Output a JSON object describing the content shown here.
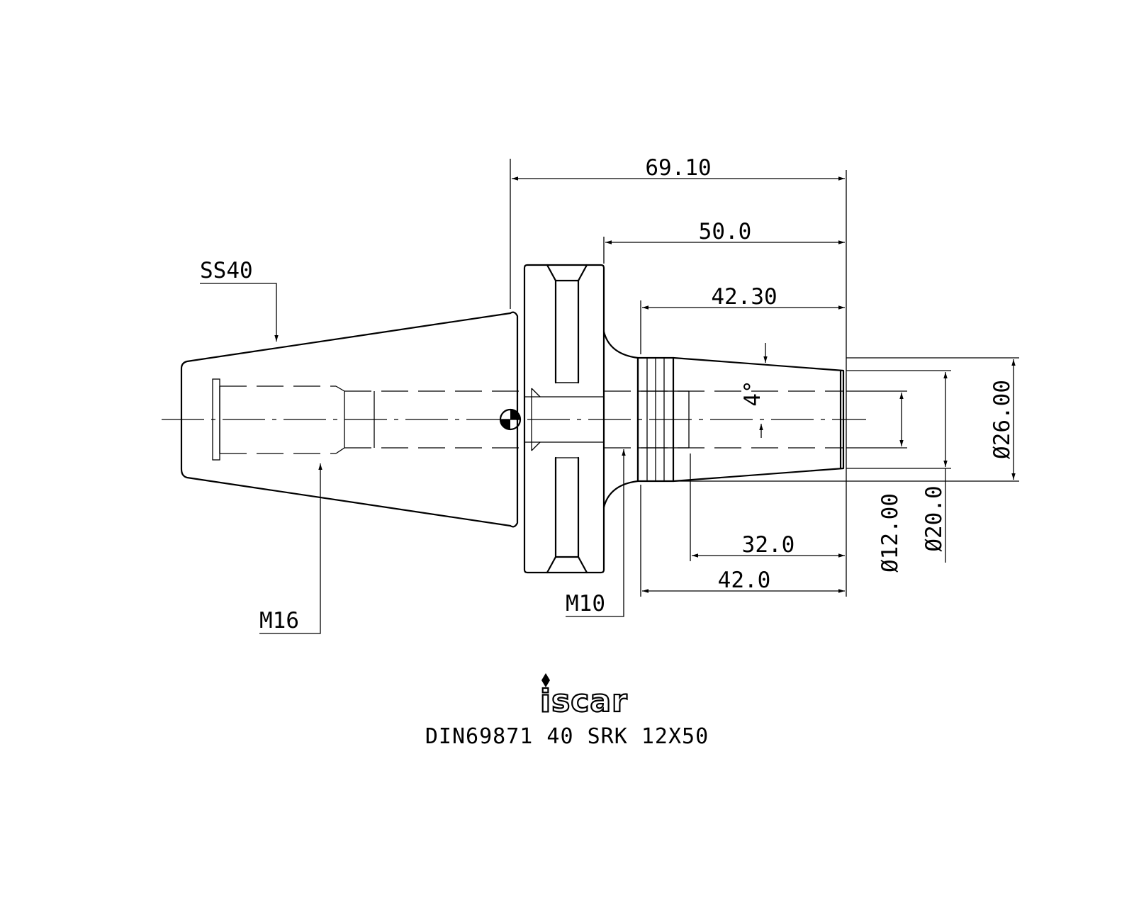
{
  "part_designation": "DIN69871 40 SRK 12X50",
  "brand": "iscar",
  "dimensions": {
    "overall_length": "69.10",
    "flange_to_end": "50.0",
    "nose_length": "42.30",
    "bore_depth": "32.0",
    "clamp_length": "42.0",
    "bore_diameter": "Ø12.00",
    "tip_diameter": "Ø20.0",
    "base_diameter": "Ø26.00",
    "taper_angle": "4°"
  },
  "callouts": {
    "shank_taper": "SS40",
    "pull_stud_thread": "M16",
    "stop_screw_thread": "M10"
  }
}
